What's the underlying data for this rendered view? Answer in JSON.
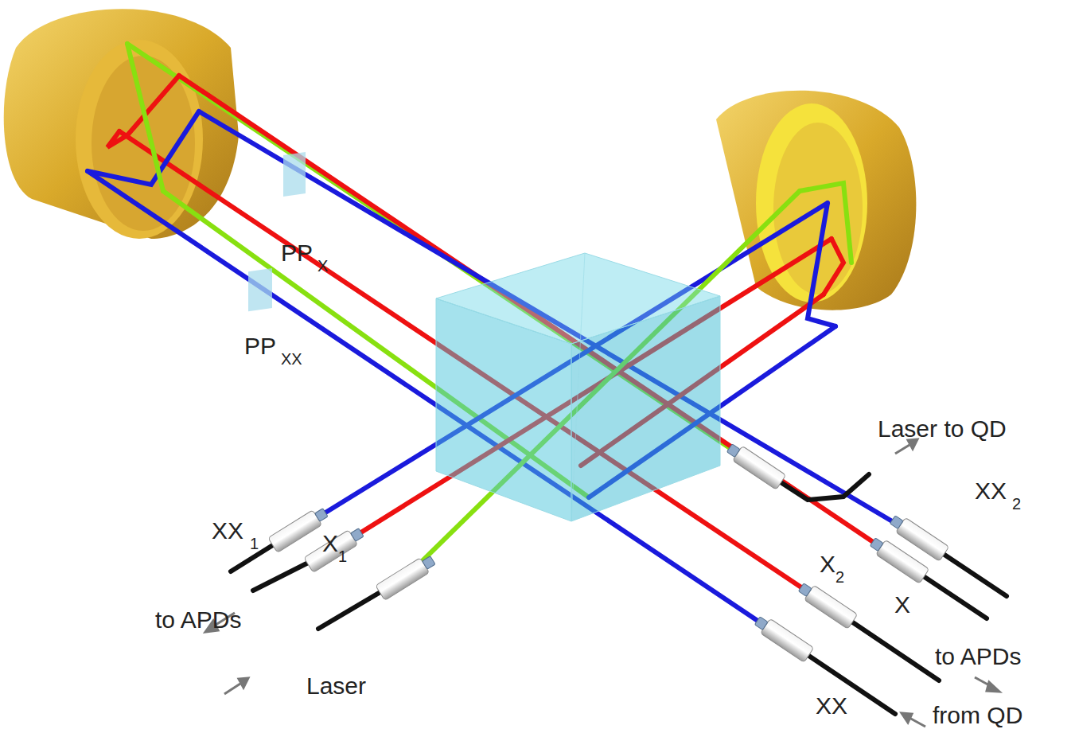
{
  "diagram": {
    "labels": [
      "PP",
      "X",
      "PP",
      "XX",
      "XX",
      "1",
      "X",
      "1",
      "to APDs",
      "Laser",
      "Laser to QD",
      "XX",
      "2",
      "X",
      "2",
      "X",
      "to APDs",
      "XX",
      "from QD"
    ]
  }
}
